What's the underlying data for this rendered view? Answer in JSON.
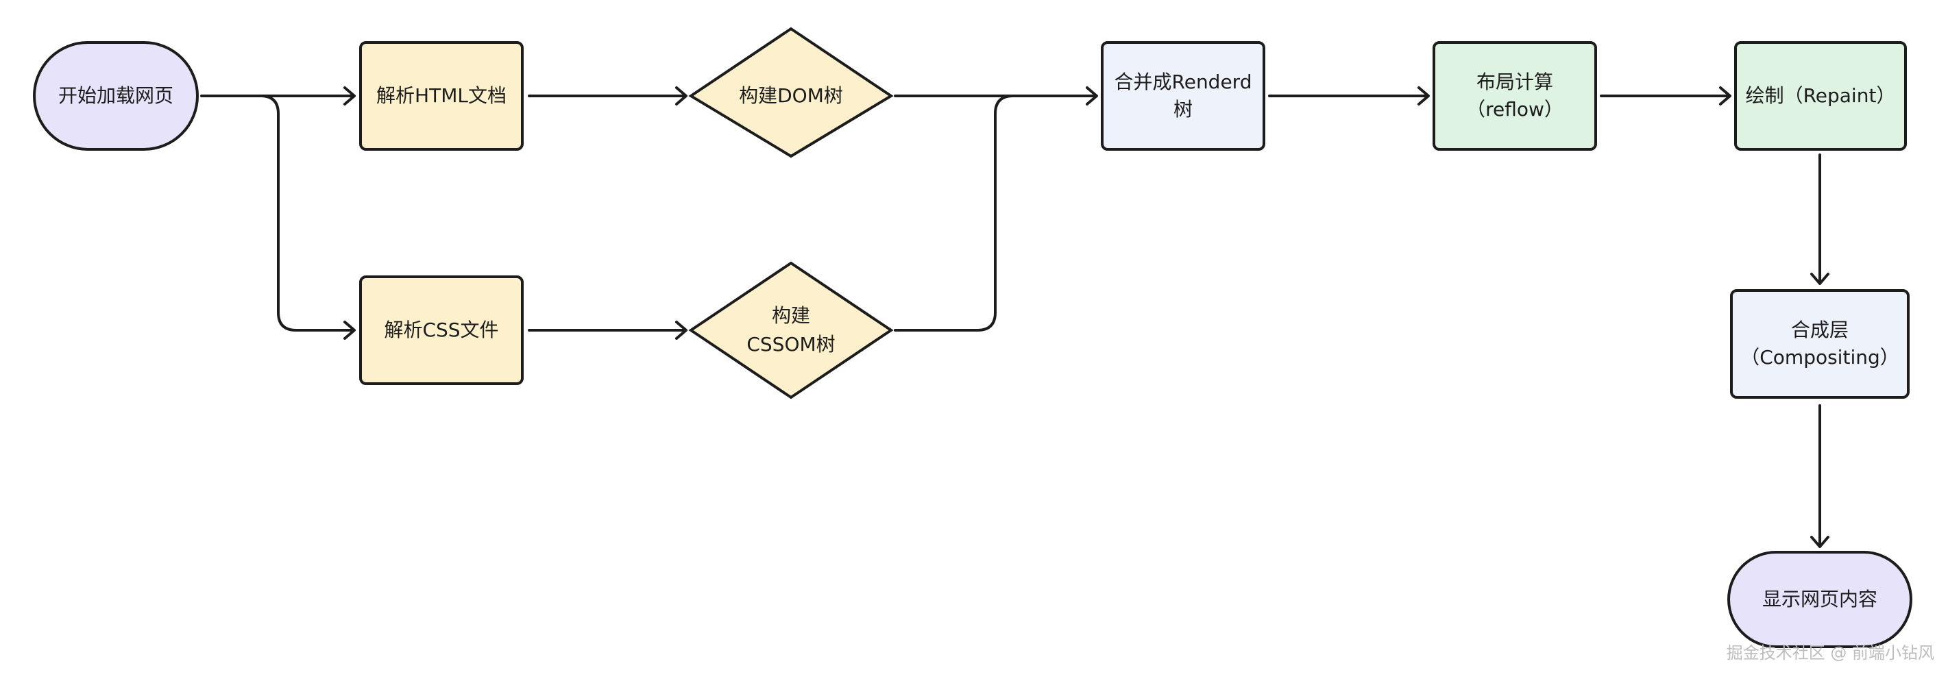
{
  "colors": {
    "terminal_fill": "#e7e3fa",
    "process_yellow_fill": "#fdf1cd",
    "decision_fill": "#fdf1cd",
    "merge_fill": "#eef2fb",
    "green_fill": "#dff3e2",
    "composite_fill": "#eef2fb",
    "stroke": "#1c1c1c"
  },
  "nodes": {
    "start": {
      "label": "开始加载网页"
    },
    "parse_html": {
      "label": "解析HTML文档"
    },
    "build_dom": {
      "label": "构建DOM树"
    },
    "parse_css": {
      "label": "解析CSS文件"
    },
    "build_cssom": {
      "line1": "构建",
      "line2": "CSSOM树"
    },
    "merge_render": {
      "line1": "合并成Renderd",
      "line2": "树"
    },
    "layout": {
      "line1": "布局计算",
      "line2": "（reflow）"
    },
    "paint": {
      "label": "绘制（Repaint）"
    },
    "composite": {
      "line1": "合成层",
      "line2": "（Compositing）"
    },
    "display": {
      "label": "显示网页内容"
    }
  },
  "watermark": {
    "text": "掘金技术社区 @ 前端小钻风"
  }
}
